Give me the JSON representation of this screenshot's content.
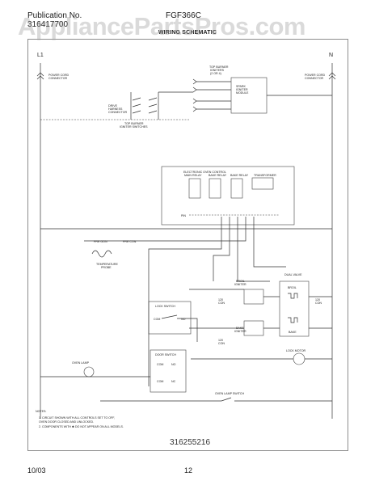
{
  "header": {
    "publication_label": "Publication No.",
    "publication_number": "316417700",
    "model": "FGF366C",
    "title": "WIRING SCHEMATIC"
  },
  "watermark": "AppliancePartsPros.com",
  "lines": {
    "left": "L1",
    "right": "N"
  },
  "components": {
    "power_cord_left": [
      "POWER CORD",
      "CONNECTOR"
    ],
    "power_cord_right": [
      "POWER CORD",
      "CONNECTOR"
    ],
    "top_burner_igniters": [
      "TOP BURNER",
      "IGNITERS",
      "(2 OR 4)"
    ],
    "spark_module": [
      "SPARK",
      "IGNITER",
      "MODULE"
    ],
    "drive_harness": [
      "DRIVE",
      "HARNESS",
      "CONNECTOR"
    ],
    "burner_switches": [
      "TOP BURNER",
      "IGNITER SWITCHES"
    ],
    "eoc_title": "ELECTRONIC OVEN CONTROL",
    "relays": [
      "MAIN RELAY",
      "BAKE RELAY",
      "BAKE RELAY",
      "TRANSFORMER"
    ],
    "pin_label": "PIN",
    "pre_gon": "PRE GON",
    "pre_con": "PRE CON",
    "probe": [
      "TEMPERATURE",
      "PROBE"
    ],
    "lock_switch": "LOCK SWITCH",
    "com": "COM",
    "no": "NO",
    "nc": "NC",
    "door_switch": "DOOR SWITCH",
    "oven_lamp": "OVEN LAMP",
    "broil_igniter": [
      "BROIL",
      "IGNITER"
    ],
    "bake_igniter": [
      "BAKE",
      "IGNITER"
    ],
    "dual_valve": "DUAL VALVE",
    "broil": "BROIL",
    "bake": "BAKE",
    "con_120": [
      "120",
      "CON"
    ],
    "lock_motor": "LOCK MOTOR",
    "oven_lamp_switch": "OVEN LAMP SWITCH"
  },
  "notes": {
    "heading": "NOTES:",
    "items": [
      "1.  CIRCUIT SHOWN WITH ALL CONTROLS SET TO OFF,",
      "     OVEN DOOR CLOSED AND UNLOCKED.",
      "2.  COMPONENTS WITH  ✱  DO NOT APPEAR ON ALL MODELS."
    ]
  },
  "part_number": "316255216",
  "footer": {
    "date": "10/03",
    "page": "12"
  }
}
